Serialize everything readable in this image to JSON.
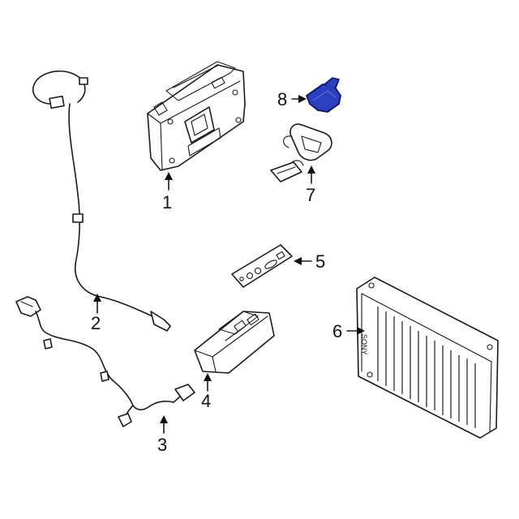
{
  "callouts": [
    {
      "id": "1",
      "label": "1"
    },
    {
      "id": "2",
      "label": "2"
    },
    {
      "id": "3",
      "label": "3"
    },
    {
      "id": "4",
      "label": "4"
    },
    {
      "id": "5",
      "label": "5"
    },
    {
      "id": "6",
      "label": "6"
    },
    {
      "id": "7",
      "label": "7"
    },
    {
      "id": "8",
      "label": "8"
    }
  ],
  "ecu_brand": "SONY",
  "colors": {
    "line": "#1a1a1a",
    "highlight_fill": "#2b3fbf",
    "highlight_stroke": "#0d1560",
    "background": "#ffffff"
  }
}
